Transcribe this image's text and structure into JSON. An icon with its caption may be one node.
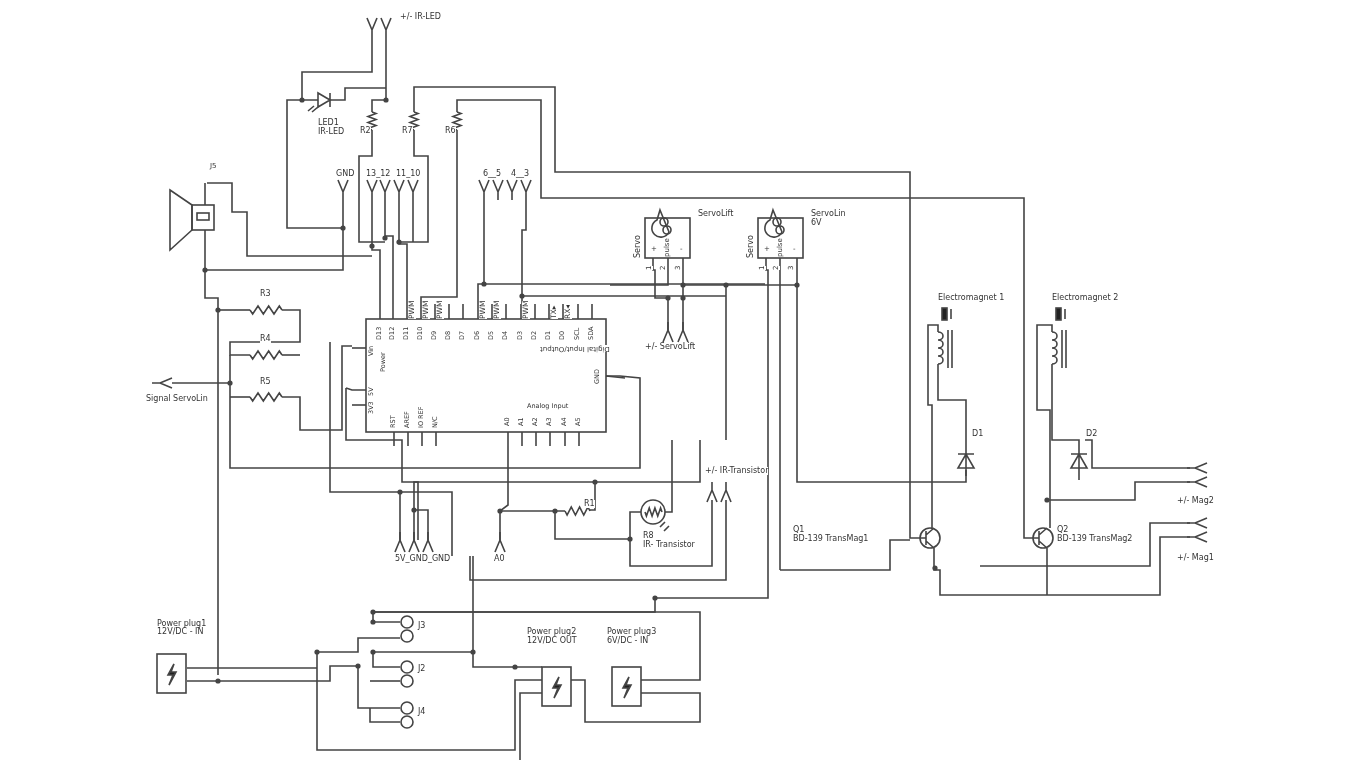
{
  "diagram": {
    "labels": [
      "+/- IR-LED",
      "LED1",
      "IR-LED",
      "R2",
      "R7",
      "R6",
      "J5",
      "GND",
      "13_12",
      "11_10",
      "6__5",
      "4__3",
      "ServoLift",
      "ServoLin",
      "6V",
      "Servo",
      "+",
      "pulse",
      "-",
      "1",
      "2",
      "3",
      "Servo",
      "+",
      "pulse",
      "-",
      "1",
      "2",
      "3",
      "Electromagnet 1",
      "Electromagnet 2",
      "R3",
      "Digital Input/Output",
      "D13",
      "D12",
      "D11",
      "D10",
      "D9",
      "D8",
      "D7",
      "D6",
      "D5",
      "D4",
      "D3",
      "D2",
      "D1",
      "D0",
      "SCL",
      "SDA",
      "PWM",
      "PWM",
      "PWM",
      "PWM",
      "PWM",
      "PWM",
      "TX▸",
      "RX◂",
      "Vin",
      "Power",
      "5V",
      "3V3",
      "GND",
      "Analog Input",
      "RST",
      "AREF",
      "IO REF",
      "N/C",
      "A0",
      "A1",
      "A2",
      "A3",
      "A4",
      "A5",
      "+/- ServoLift",
      "R4",
      "Signal ServoLin",
      "R5",
      "D1",
      "D2",
      "+/- IR-Transistor",
      "R1",
      "+/- Mag2",
      "R8",
      "IR- Transistor",
      "Q1",
      "BD-139 TransMag1",
      "Q2",
      "BD-139 TransMag2",
      "5V_GND_GND",
      "A0",
      "+/- Mag1",
      "Power plug1",
      "12V/DC - IN",
      "J3",
      "Power plug2",
      "12V/DC OUT",
      "Power plug3",
      "6V/DC - IN",
      "J2",
      "J4"
    ]
  }
}
